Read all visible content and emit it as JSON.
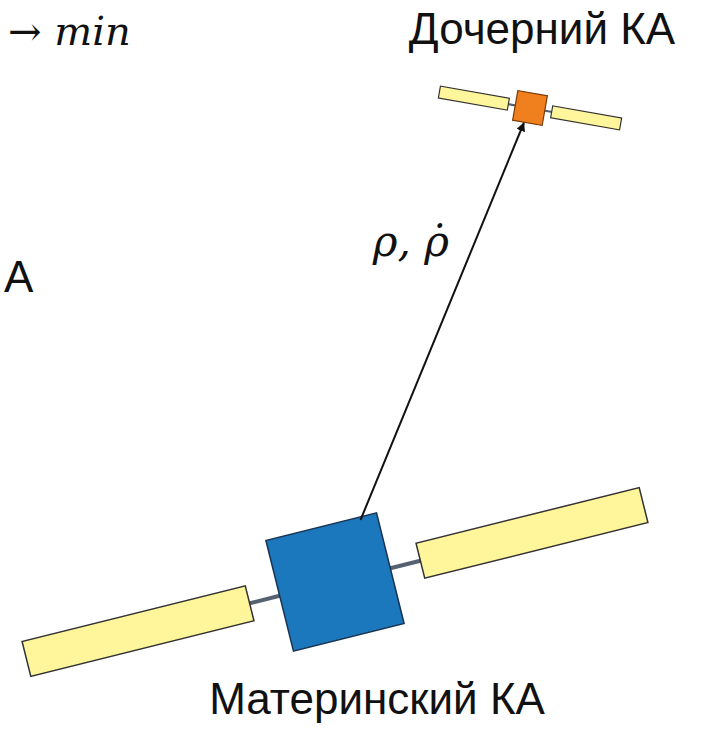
{
  "diagram": {
    "nodes": [
      {
        "text": [
          "Дочерний КА"
        ]
      },
      {
        "text": [
          "Материнский КА"
        ]
      }
    ],
    "edges": [
      {
        "from": 1,
        "to": 0,
        "arrow": "to",
        "label": "ρ, ρ̇"
      }
    ],
    "labels": [
      "→ min",
      "А"
    ]
  }
}
